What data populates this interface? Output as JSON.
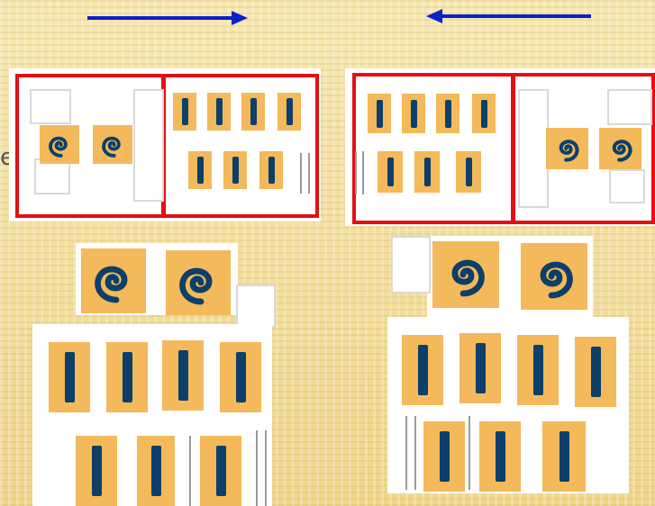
{
  "edge_text": "e",
  "colors": {
    "arrow": "#0b21c9",
    "frame": "#e50e12",
    "tile": "#f3b95a",
    "glyph": "#0c3f69",
    "background": "#f3e2a6"
  },
  "arrows": {
    "left": {
      "direction": "right"
    },
    "right": {
      "direction": "left"
    }
  },
  "icons": {
    "spiral": "spiral-glyph",
    "spiral_mirrored": "mirrored-spiral-glyph",
    "bar": "vertical-bar-glyph"
  },
  "groups": {
    "left": {
      "spirals": 2,
      "bars_top_row": 4,
      "bars_bottom_row": 3
    },
    "right": {
      "spirals": 2,
      "bars_top_row": 4,
      "bars_bottom_row": 3
    }
  }
}
